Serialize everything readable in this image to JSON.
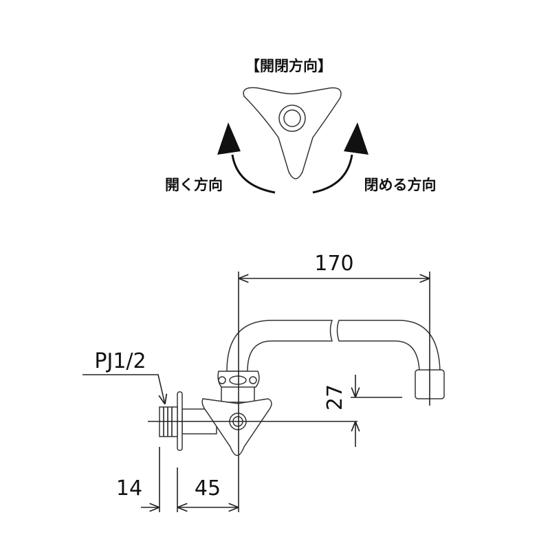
{
  "direction": {
    "title": "【開閉方向】",
    "open_label": "開く方向",
    "close_label": "閉める方向"
  },
  "dimensions": {
    "spout_length": "170",
    "spout_height": "27",
    "thread_length": "14",
    "body_length": "45",
    "thread_spec": "PJ1/2"
  }
}
